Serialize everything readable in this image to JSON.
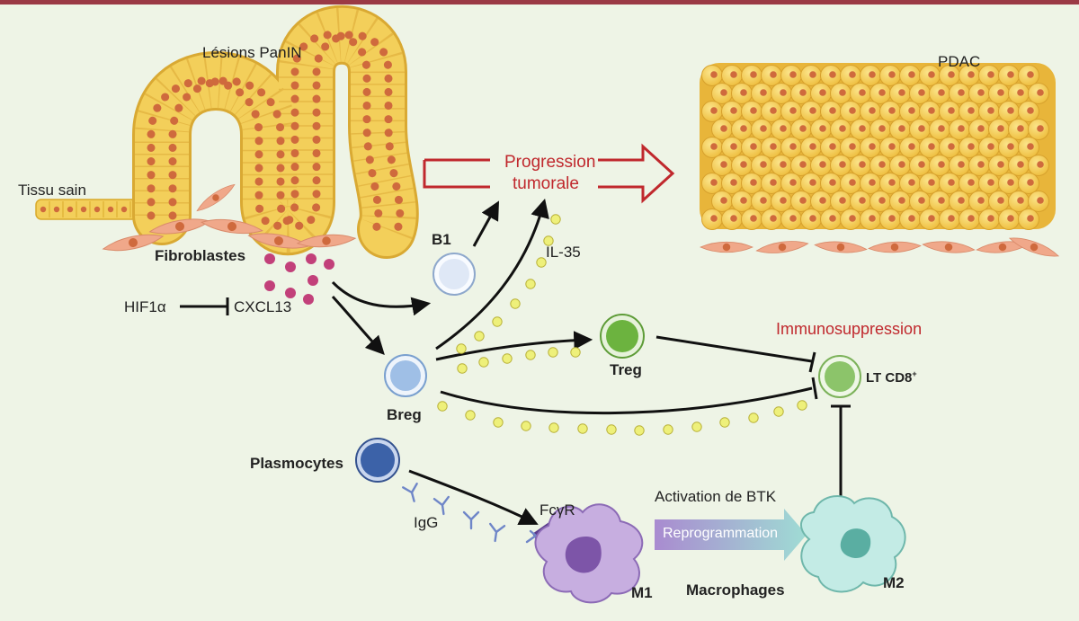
{
  "labels": {
    "panin": "Lésions PanIN",
    "pdac": "PDAC",
    "tissu_sain": "Tissu sain",
    "fibroblastes": "Fibroblastes",
    "progression_line1": "Progression",
    "progression_line2": "tumorale",
    "b1": "B1",
    "il35": "IL-35",
    "hif1a": "HIF1α",
    "cxcl13": "CXCL13",
    "immunosuppression": "Immunosuppression",
    "treg": "Treg",
    "breg": "Breg",
    "lt_cd8": "LT CD8",
    "lt_cd8_sup": "+",
    "plasmocytes": "Plasmocytes",
    "igg": "IgG",
    "fcgr": "FcγR",
    "activation_btk": "Activation de BTK",
    "reprogrammation": "Reprogrammation",
    "m1": "M1",
    "macrophages": "Macrophages",
    "m2": "M2"
  },
  "colors": {
    "background": "#eef4e6",
    "top_bar": "#9b3a45",
    "epithelium": "#f3cf5a",
    "nucleus": "#cf6a3d",
    "fibroblast": "#f0a88a",
    "cxcl13_dots": "#c2407a",
    "il35_dots": "#eef07a",
    "progression_red": "#c0282d",
    "b1_cell": "#dfe8f6",
    "breg_cell": "#9fbfe6",
    "treg_cell": "#6cb33f",
    "cd8_cell": "#8cc46a",
    "plasmocyte": "#3c62a8",
    "m1_macrophage": "#a884c6",
    "m2_macrophage": "#9fd8d0"
  }
}
